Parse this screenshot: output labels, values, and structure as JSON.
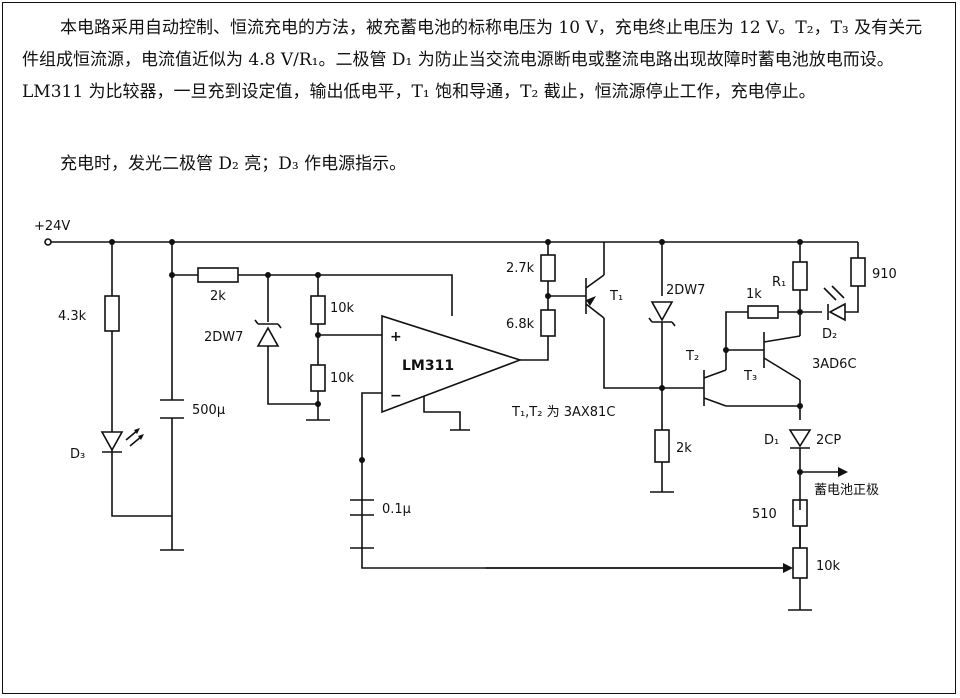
{
  "text": {
    "paragraph1": "本电路采用自动控制、恒流充电的方法，被充蓄电池的标称电压为 10 V，充电终止电压为 12 V。T₂，T₃ 及有关元件组成恒流源，电流值近似为 4.8 V/R₁。二极管 D₁ 为防止当交流电源断电或整流电路出现故障时蓄电池放电而设。LM311 为比较器，一旦充到设定值，输出低电平，T₁ 饱和导通，T₂ 截止，恒流源停止工作，充电停止。",
    "paragraph2": "充电时，发光二极管 D₂ 亮；D₃ 作电源指示。"
  },
  "schematic": {
    "supply": "+24V",
    "r_43k": "4.3k",
    "d3": "D₃",
    "c_500u": "500μ",
    "r_2k_top": "2k",
    "zener1": "2DW7",
    "r_10k_a": "10k",
    "r_10k_b": "10k",
    "opamp": "LM311",
    "plus": "+",
    "minus": "−",
    "c_01u": "0.1μ",
    "r_27k": "2.7k",
    "r_68k": "6.8k",
    "t1": "T₁",
    "zener2": "2DW7",
    "r_2k_bottom": "2k",
    "transistor_note": "T₁,T₂ 为 3AX81C",
    "r_1k": "1k",
    "r1": "R₁",
    "r_910": "910",
    "d2": "D₂",
    "t2": "T₂",
    "t3": "T₃",
    "t3_type": "3AD6C",
    "d1": "D₁",
    "d1_type": "2CP",
    "battery": "蓄电池正极",
    "r_510": "510",
    "pot_10k": "10k"
  }
}
